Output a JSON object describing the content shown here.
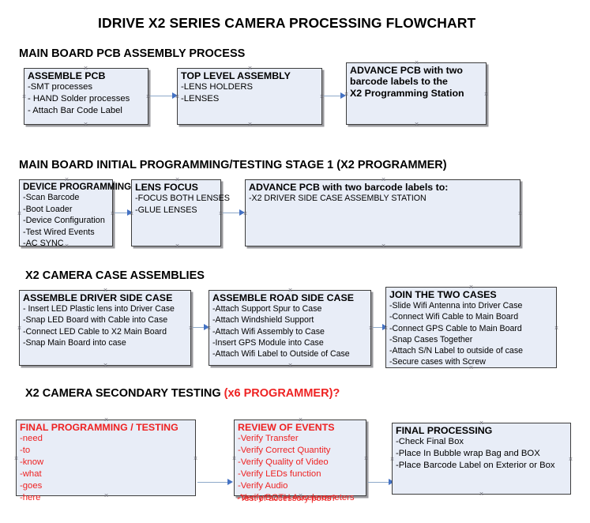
{
  "document": {
    "title": "IDRIVE X2  SERIES CAMERA PROCESSING FLOWCHART",
    "colors": {
      "box_fill": "#e8edf7",
      "box_border": "#3d3d3d",
      "connector": "#8ea9c9",
      "arrow_head": "#4472c4",
      "text": "#000000",
      "accent_red": "#ee2222"
    }
  },
  "sections": [
    {
      "id": "main-board-pcb-assembly",
      "heading": "MAIN BOARD PCB ASSEMBLY PROCESS",
      "heading_accent": "",
      "boxes": [
        {
          "id": "assemble-pcb",
          "header": "ASSEMBLE PCB",
          "lines": [
            "-SMT processes",
            "- HAND Solder processes",
            "- Attach Bar Code Label"
          ]
        },
        {
          "id": "top-level-assembly",
          "header": "TOP LEVEL ASSEMBLY",
          "lines": [
            "-LENS HOLDERS",
            "-LENSES"
          ]
        },
        {
          "id": "advance-pcb-programming-station",
          "header": "ADVANCE PCB with two",
          "header_extra": [
            "barcode labels to the",
            " X2 Programming Station"
          ],
          "lines": []
        }
      ]
    },
    {
      "id": "main-board-initial-programming",
      "heading": "MAIN BOARD INITIAL PROGRAMMING/TESTING STAGE 1 (X2 PROGRAMMER)",
      "heading_accent": "",
      "boxes": [
        {
          "id": "device-programming",
          "header": "DEVICE PROGRAMMING",
          "lines": [
            "-Scan Barcode",
            "-Boot Loader",
            "-Device Configuration",
            "-Test Wired Events",
            "-AC SYNC"
          ]
        },
        {
          "id": "lens-focus",
          "header": "LENS FOCUS",
          "lines": [
            "-FOCUS BOTH LENSES",
            "-GLUE LENSES"
          ]
        },
        {
          "id": "advance-pcb-driver-side-case",
          "header": "ADVANCE PCB with two barcode labels to:",
          "lines": [
            "-X2 DRIVER  SIDE  CASE  ASSEMBLY STATION"
          ]
        }
      ]
    },
    {
      "id": "x2-camera-case-assemblies",
      "heading": "X2 CAMERA CASE ASSEMBLIES",
      "heading_accent": "",
      "boxes": [
        {
          "id": "assemble-driver-side-case",
          "header": "ASSEMBLE DRIVER SIDE CASE",
          "lines": [
            "- Insert LED Plastic lens into Driver Case",
            "-Snap LED Board with Cable into Case",
            "-Connect LED Cable to X2 Main Board",
            "-Snap Main Board into case"
          ]
        },
        {
          "id": "assemble-road-side-case",
          "header": "ASSEMBLE ROAD SIDE CASE",
          "lines": [
            "-Attach Support Spur to Case",
            "-Attach Windshield Support",
            "-Attach Wifi Assembly to Case",
            "-Insert GPS Module into Case",
            "-Attach Wifi Label to Outside of Case"
          ]
        },
        {
          "id": "join-the-two-cases",
          "header": "JOIN THE TWO CASES",
          "lines": [
            "-Slide Wifi Antenna into Driver Case",
            "-Connect Wifi Cable to Main Board",
            "-Connect GPS Cable to Main Board",
            "-Snap Cases Together",
            "-Attach S/N Label to outside of case",
            "-Secure cases with Screw"
          ]
        }
      ]
    },
    {
      "id": "x2-camera-secondary-testing",
      "heading": "X2 CAMERA SECONDARY TESTING ",
      "heading_accent": "(x6 PROGRAMMER)?",
      "boxes": [
        {
          "id": "final-programming-testing",
          "header": "FINAL PROGRAMMING / TESTING",
          "lines": [
            "-need",
            "-to",
            "-know",
            "-what",
            "-goes",
            "-here"
          ]
        },
        {
          "id": "review-of-events",
          "header": "REVIEW OF EVENTS",
          "lines": [
            "-Verify Transfer",
            "-Verify Correct Quantity",
            "-Verify Quality of Video",
            "-Verify LEDs function",
            "-Verify Audio",
            "-Verify BOTH Accelerometers"
          ],
          "overflow_line": "-Test of accessory ports?"
        },
        {
          "id": "final-processing",
          "header": "FINAL PROCESSING",
          "lines": [
            " -Check Final Box",
            "-Place In Bubble wrap Bag and BOX",
            "-Place Barcode Label on Exterior or Box"
          ]
        }
      ]
    }
  ]
}
